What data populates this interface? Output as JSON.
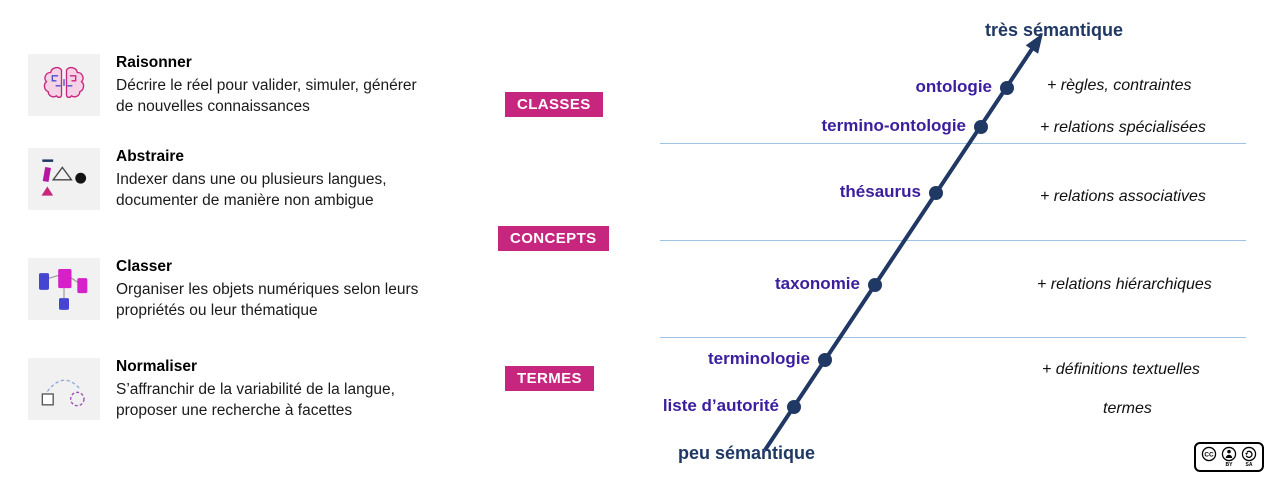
{
  "colors": {
    "magenta": "#C7267E",
    "purple": "#3B1E9E",
    "navy": "#1F3864",
    "divider": "#9DC3E6",
    "icon_bg": "#F1F1F1"
  },
  "left_panel": {
    "items": [
      {
        "icon": "brain-icon",
        "title": "Raisonner",
        "description": "Décrire le réel pour valider, simuler, générer de nouvelles connaissances"
      },
      {
        "icon": "abstract-shapes-icon",
        "title": "Abstraire",
        "description": "Indexer dans une ou plusieurs langues, documenter de manière non ambigue"
      },
      {
        "icon": "classification-icon",
        "title": "Classer",
        "description": "Organiser les objets numériques selon leurs propriétés ou leur thématique"
      },
      {
        "icon": "normalization-icon",
        "title": "Normaliser",
        "description": "S’affranchir de la variabilité de la langue, proposer une recherche à facettes"
      }
    ]
  },
  "levels": [
    {
      "label": "CLASSES"
    },
    {
      "label": "CONCEPTS"
    },
    {
      "label": "TERMES"
    }
  ],
  "scale": {
    "bottom_label": "peu sémantique",
    "top_label": "très sémantique",
    "points": [
      {
        "label": "liste d’autorité"
      },
      {
        "label": "terminologie"
      },
      {
        "label": "taxonomie"
      },
      {
        "label": "thésaurus"
      },
      {
        "label": "termino-ontologie"
      },
      {
        "label": "ontologie"
      }
    ],
    "annotations": [
      {
        "text": "+ règles, contraintes"
      },
      {
        "text": "+ relations spécialisées"
      },
      {
        "text": "+ relations associatives"
      },
      {
        "text": "+ relations hiérarchiques"
      },
      {
        "text": "+ définitions textuelles"
      },
      {
        "text": "termes"
      }
    ]
  },
  "license": {
    "cc_label": "CC",
    "by_label": "BY",
    "sa_label": "SA"
  }
}
